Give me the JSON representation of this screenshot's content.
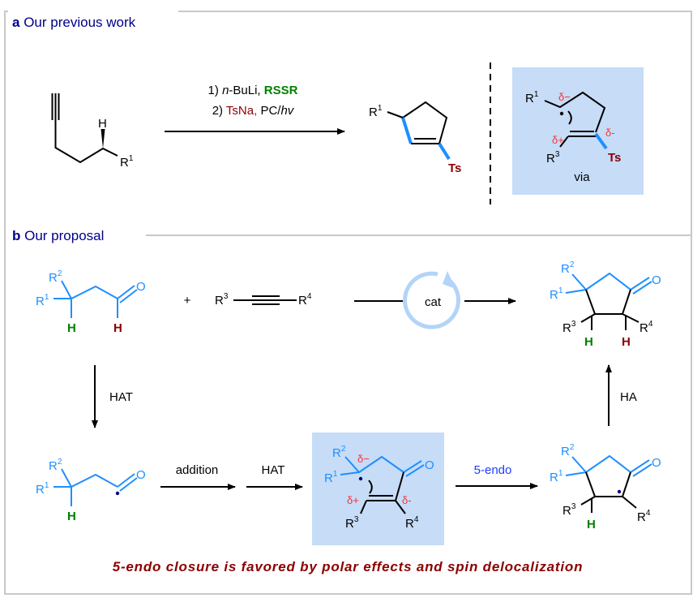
{
  "panel_a": {
    "letter": "a",
    "title": "Our previous work",
    "step1": {
      "num": "1) ",
      "n": "n",
      "bu": "-BuLi, ",
      "rssr": "RSSR"
    },
    "step2": {
      "num": "2) ",
      "tsna": "TsNa",
      "comma": ",",
      "pc": " PC/",
      "hv": "hv"
    },
    "via": "via"
  },
  "panel_b": {
    "letter": "b",
    "title": "Our proposal",
    "plus": "+",
    "cat": "cat",
    "hat": "HAT",
    "ha": "HA",
    "addition": "addition",
    "hat2": "HAT",
    "endo": "5-endo",
    "caption": "5-endo closure is favored by polar effects and spin delocalization"
  },
  "sym": {
    "R": "R",
    "H": "H",
    "O": "O",
    "Ts": "Ts",
    "n1": "1",
    "n2": "2",
    "n3": "3",
    "n4": "4",
    "dminus": "δ−",
    "dplus": "δ+",
    "dminus2": "δ-"
  },
  "colors": {
    "blue": "#1e8fff",
    "green": "#008000",
    "darkred": "#8b0000",
    "navy": "#00008b",
    "box": "#c6dcf7"
  }
}
